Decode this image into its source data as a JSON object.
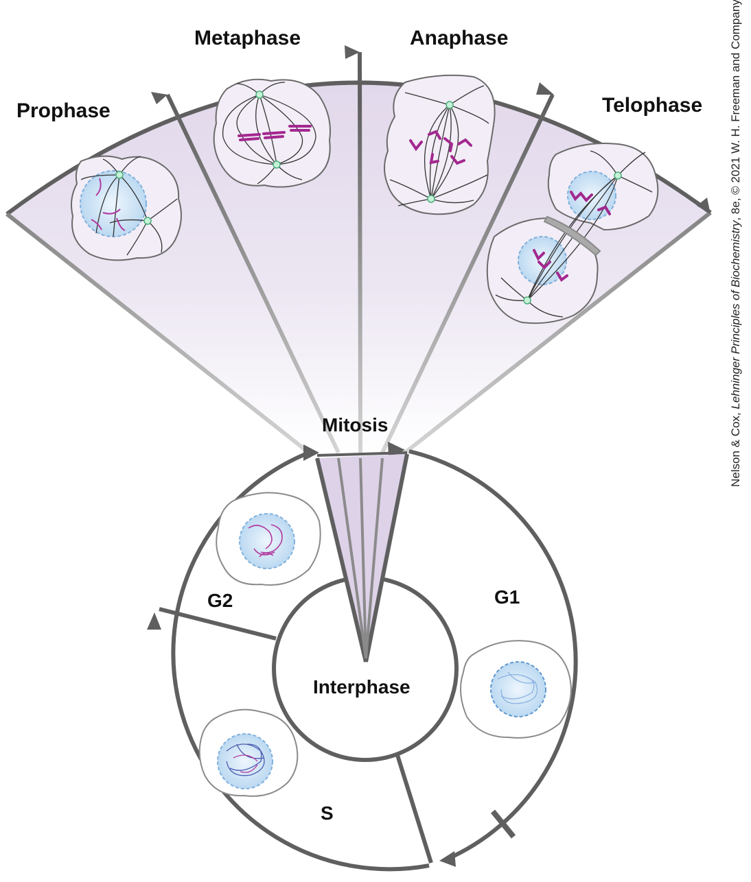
{
  "phases": {
    "prophase": "Prophase",
    "metaphase": "Metaphase",
    "anaphase": "Anaphase",
    "telophase": "Telophase"
  },
  "mitosis": "Mitosis",
  "interphase": "Interphase",
  "stages": {
    "g1": "G1",
    "g2": "G2",
    "s": "S"
  },
  "credit": {
    "authors": "Nelson & Cox, ",
    "book": "Lehninger Principles of Biochemistry",
    "rest": ", 8e, © 2021 W. H. Freeman and Company"
  },
  "colors": {
    "fan_fill": "#e4dbec",
    "outline": "#5f5f5f",
    "chromosome": "#a3288f",
    "nucleus": "#cde3f5",
    "centrosome": "#8fe0b0"
  }
}
